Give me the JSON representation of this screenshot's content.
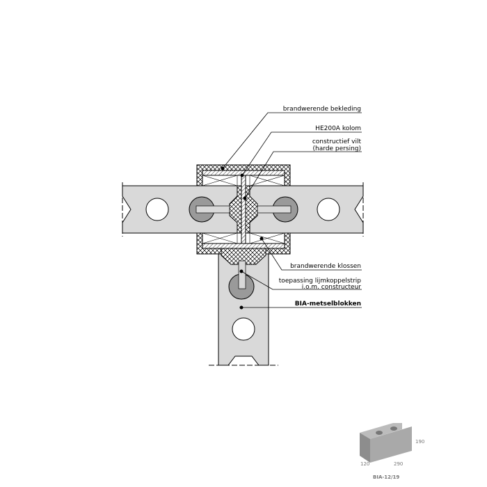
{
  "labels": {
    "cladding": "brandwerende bekleding",
    "column": "HE200A kolom",
    "felt_1": "constructief vilt",
    "felt_2": "(harde persing)",
    "blocks_fire": "brandwerende klossen",
    "strip_1": "toepassing lijmkoppelstrip",
    "strip_2": "i.o.m. constructeur",
    "masonry": "BIA-metselblokken"
  },
  "block_thumb": {
    "height": "190",
    "width": "120",
    "length": "290",
    "name": "BIA-12/19"
  },
  "colors": {
    "wall": "#d9d9d9",
    "grout": "#9a9a9a",
    "line": "#000000"
  }
}
